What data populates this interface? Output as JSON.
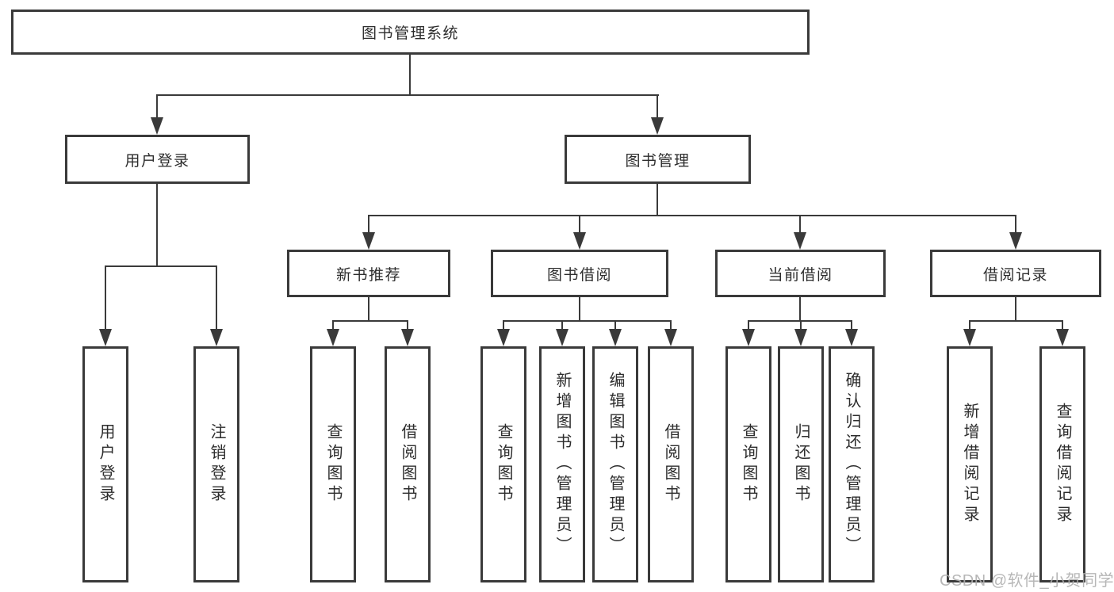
{
  "diagram": {
    "root_label": "图书管理系统",
    "user_login": {
      "label": "用户登录",
      "children": [
        "用户登录",
        "注销登录"
      ]
    },
    "book_mgmt": {
      "label": "图书管理",
      "sections": [
        {
          "label": "新书推荐",
          "children": [
            "查询图书",
            "借阅图书"
          ]
        },
        {
          "label": "图书借阅",
          "children": [
            "查询图书",
            "新增图书（管理员）",
            "编辑图书（管理员）",
            "借阅图书"
          ]
        },
        {
          "label": "当前借阅",
          "children": [
            "查询图书",
            "归还图书",
            "确认归还（管理员）"
          ]
        },
        {
          "label": "借阅记录",
          "children": [
            "新增借阅记录",
            "查询借阅记录"
          ]
        }
      ]
    }
  },
  "watermark": {
    "text": "CSDN @软件_小贺同学"
  },
  "colors": {
    "line": "#3a3a3a",
    "box_border": "#3a3a3a",
    "text": "#2d2d2d",
    "background": "#ffffff",
    "watermark": "#afafaf"
  }
}
